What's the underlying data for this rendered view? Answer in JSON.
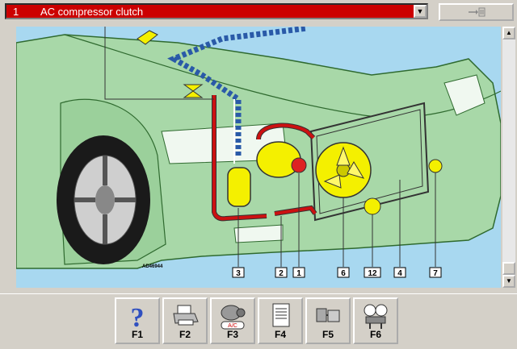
{
  "header": {
    "component_number": "1",
    "component_name": "AC compressor clutch"
  },
  "diagram": {
    "image_code": "AD46944",
    "callouts": [
      "3",
      "2",
      "1",
      "6",
      "12",
      "4",
      "7"
    ]
  },
  "function_keys": [
    {
      "label": "F1",
      "icon": "help-question-icon"
    },
    {
      "label": "F2",
      "icon": "printer-icon"
    },
    {
      "label": "F3",
      "icon": "ac-compressor-icon",
      "badge": "A/C"
    },
    {
      "label": "F4",
      "icon": "document-icon"
    },
    {
      "label": "F5",
      "icon": "connectors-icon"
    },
    {
      "label": "F6",
      "icon": "pressure-gauges-icon"
    }
  ],
  "colors": {
    "selection_red": "#cc0000",
    "sky": "#a8d8f0",
    "car_body": "#a8d8a8",
    "pipe_red": "#cc1111",
    "pipe_blue": "#2a5aa8",
    "component_yellow": "#f4f000"
  }
}
